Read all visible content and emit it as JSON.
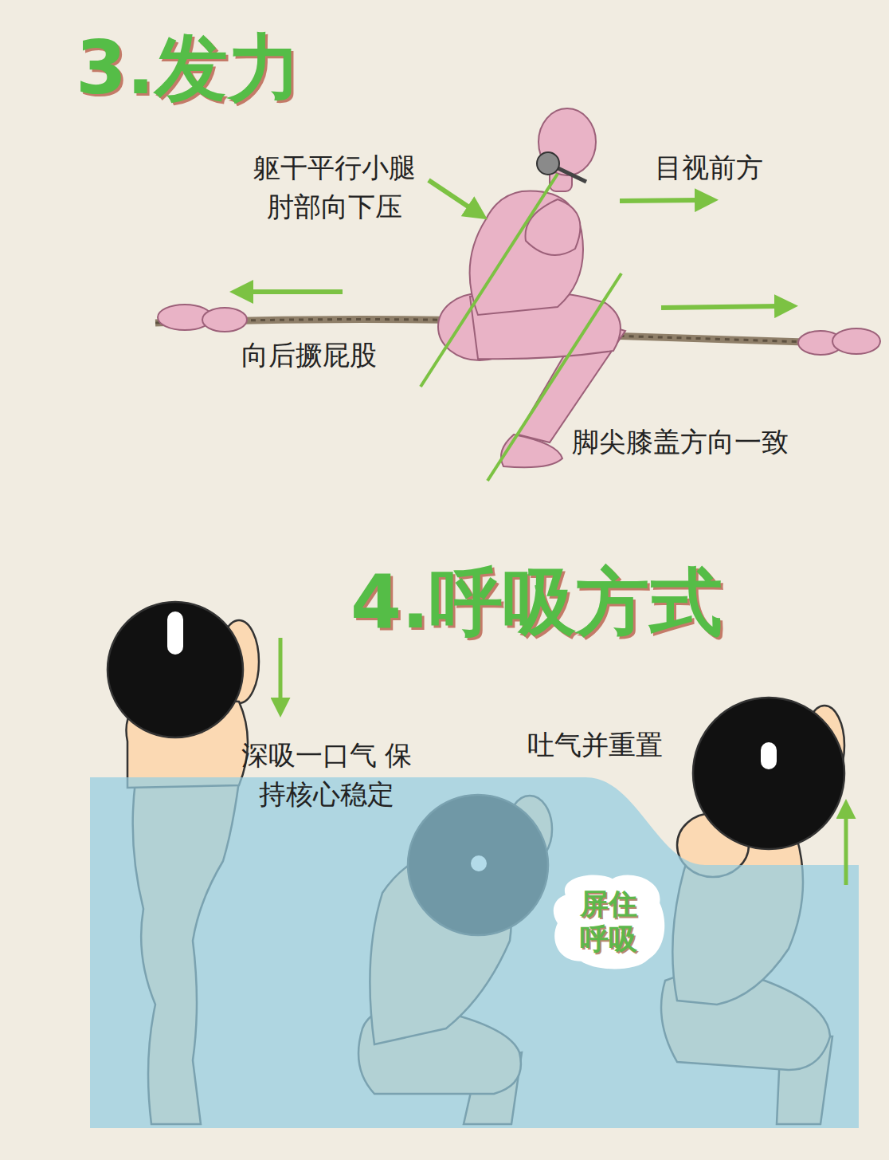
{
  "diagram": {
    "nodes": [
      {
        "text": [
          "屏住 呼吸"
        ]
      }
    ],
    "labels": [
      "3.发力",
      "躯干平行小腿 肘部向下压",
      "目视前方",
      "向后撅屁股",
      "脚尖膝盖方向一致",
      "4.呼吸方式",
      "深吸一口气 保持核心稳定",
      "吐气并重置"
    ]
  }
}
